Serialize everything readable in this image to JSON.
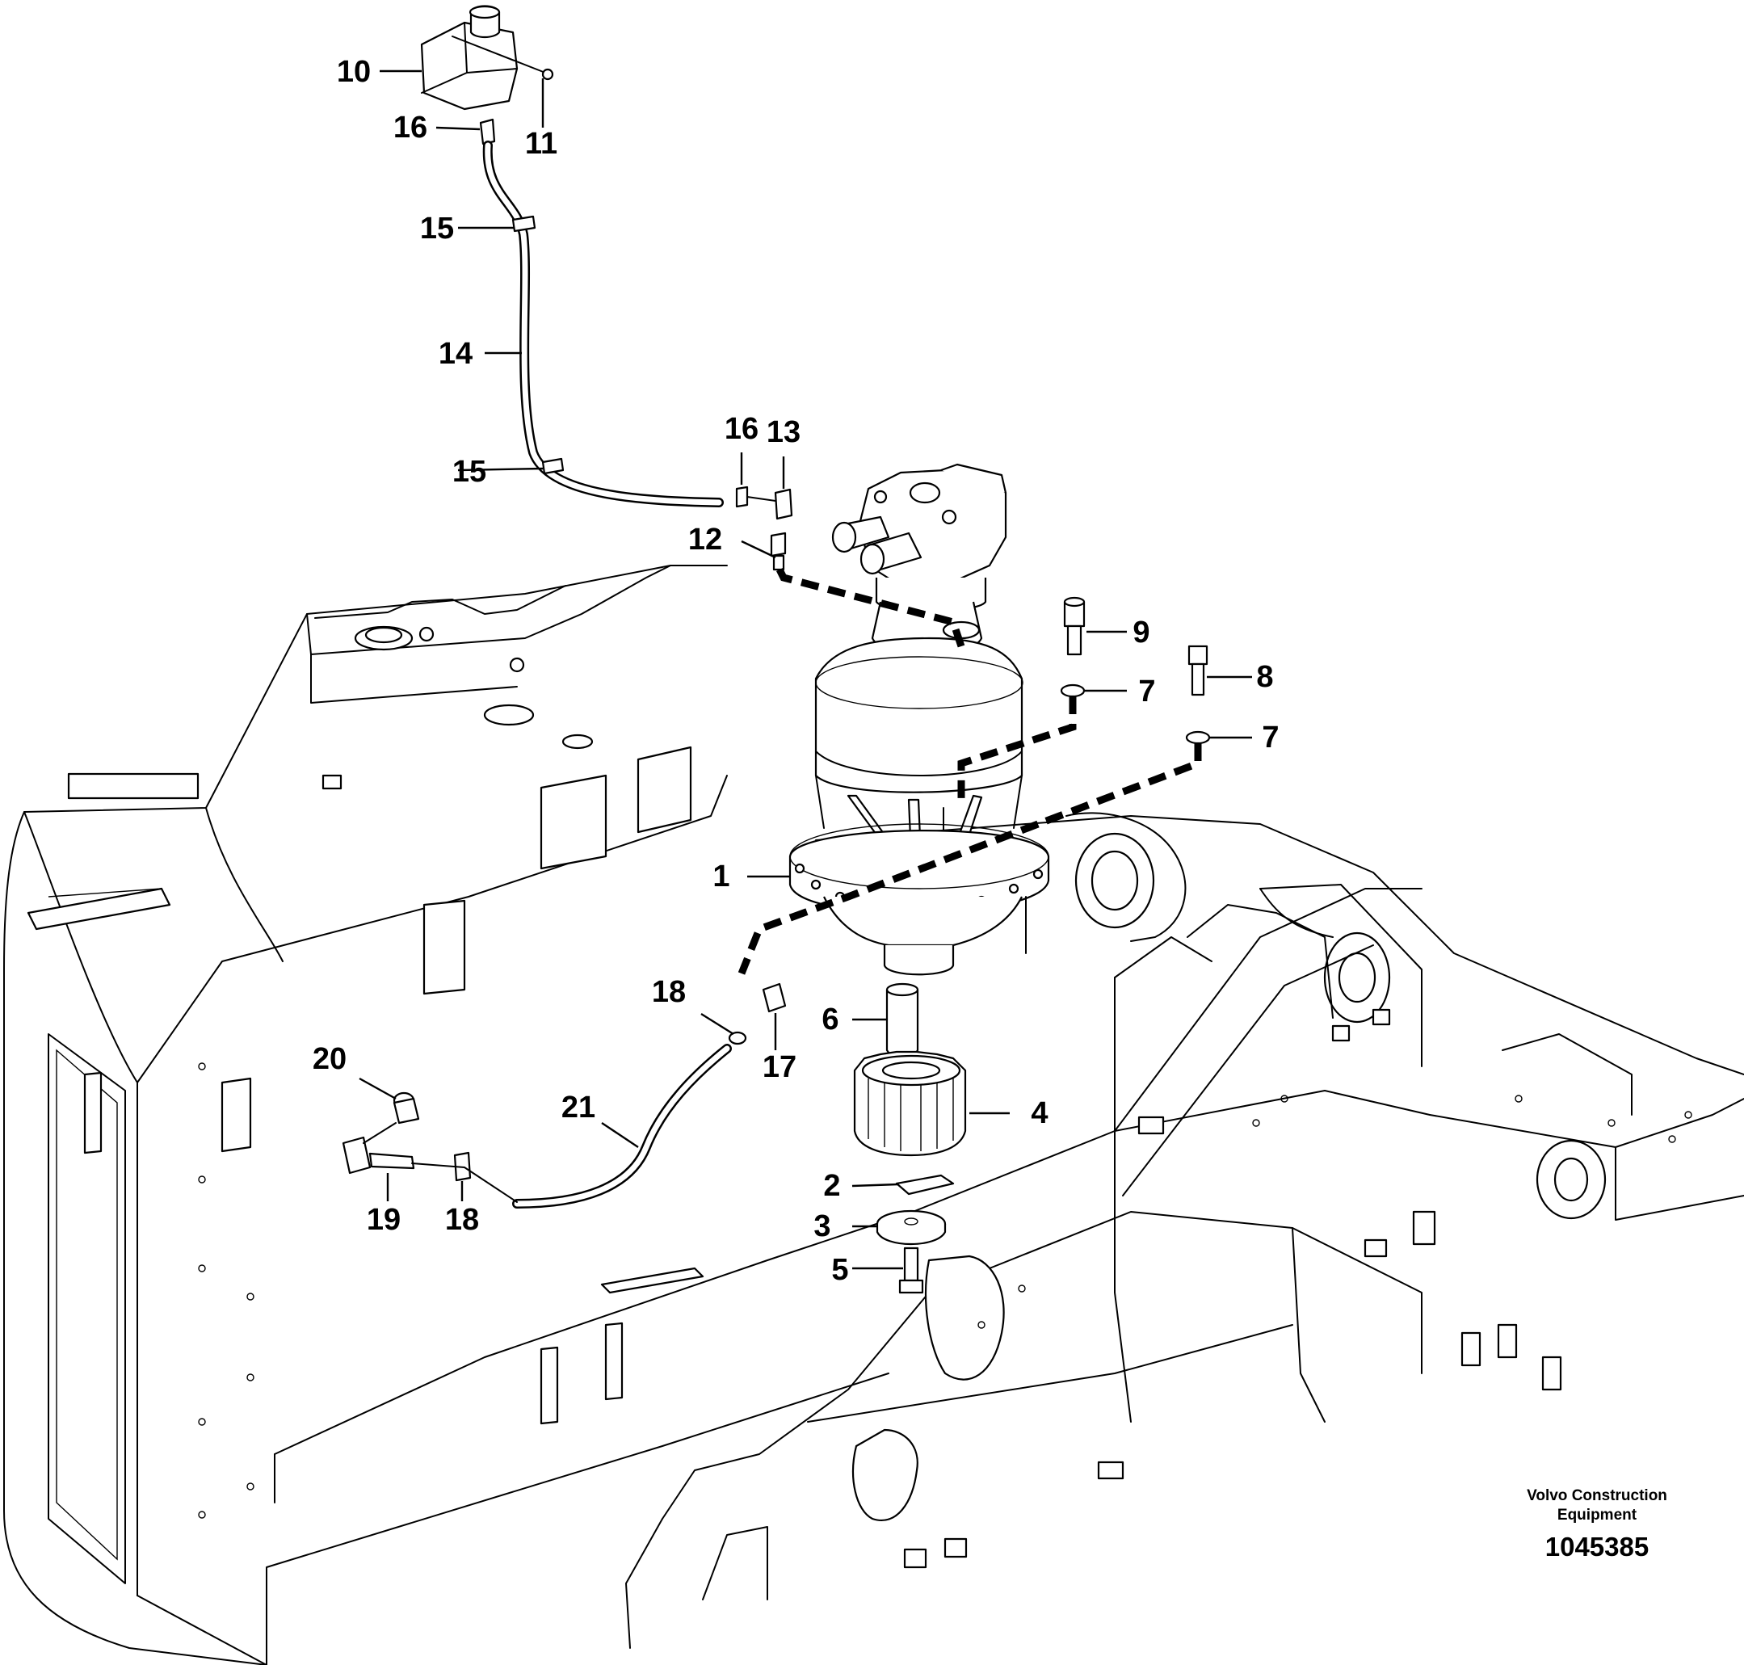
{
  "callouts": [
    {
      "id": "c1",
      "text": "1"
    },
    {
      "id": "c2",
      "text": "2"
    },
    {
      "id": "c3",
      "text": "3"
    },
    {
      "id": "c4",
      "text": "4"
    },
    {
      "id": "c5",
      "text": "5"
    },
    {
      "id": "c6",
      "text": "6"
    },
    {
      "id": "c7a",
      "text": "7"
    },
    {
      "id": "c7b",
      "text": "7"
    },
    {
      "id": "c8",
      "text": "8"
    },
    {
      "id": "c9",
      "text": "9"
    },
    {
      "id": "c10",
      "text": "10"
    },
    {
      "id": "c11",
      "text": "11"
    },
    {
      "id": "c12",
      "text": "12"
    },
    {
      "id": "c13",
      "text": "13"
    },
    {
      "id": "c14",
      "text": "14"
    },
    {
      "id": "c15a",
      "text": "15"
    },
    {
      "id": "c15b",
      "text": "15"
    },
    {
      "id": "c16a",
      "text": "16"
    },
    {
      "id": "c16b",
      "text": "16"
    },
    {
      "id": "c17",
      "text": "17"
    },
    {
      "id": "c18a",
      "text": "18"
    },
    {
      "id": "c18b",
      "text": "18"
    },
    {
      "id": "c19",
      "text": "19"
    },
    {
      "id": "c20",
      "text": "20"
    },
    {
      "id": "c21",
      "text": "21"
    }
  ],
  "credit": {
    "line1": "Volvo Construction",
    "line2": "Equipment",
    "drawing_number": "1045385"
  }
}
